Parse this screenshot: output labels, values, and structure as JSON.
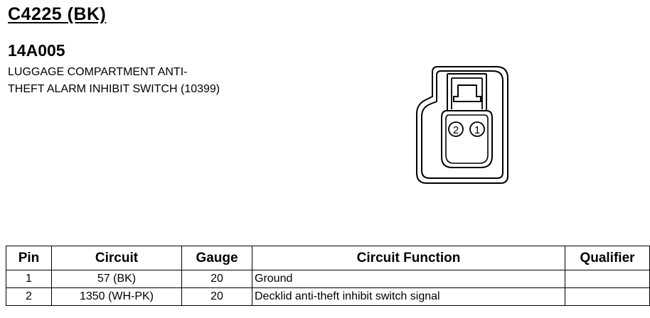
{
  "header": {
    "connector_id": "C4225 (BK)",
    "part_number": "14A005",
    "description_lines": [
      "LUGGAGE COMPARTMENT ANTI-",
      "THEFT ALARM INHIBIT SWITCH (10399)"
    ]
  },
  "connector_face": {
    "pin_labels": [
      "2",
      "1"
    ]
  },
  "table": {
    "columns": [
      "Pin",
      "Circuit",
      "Gauge",
      "Circuit Function",
      "Qualifier"
    ],
    "rows": [
      {
        "pin": "1",
        "circuit": "57 (BK)",
        "gauge": "20",
        "function": "Ground",
        "qualifier": ""
      },
      {
        "pin": "2",
        "circuit": "1350 (WH-PK)",
        "gauge": "20",
        "function": "Decklid anti-theft inhibit switch signal",
        "qualifier": ""
      }
    ]
  }
}
